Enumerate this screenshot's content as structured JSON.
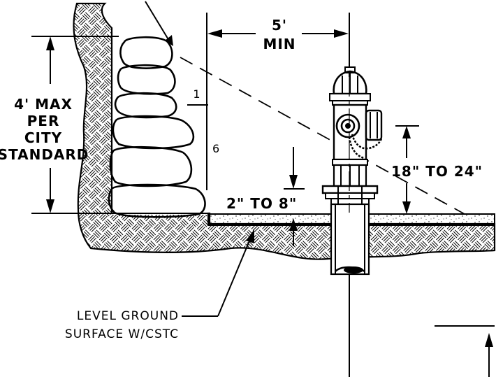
{
  "labels": {
    "wall_height": [
      "4' MAX",
      "PER",
      "CITY",
      "STANDARD"
    ],
    "offset_top": "5'",
    "offset_bottom": "MIN",
    "slope_run": "1",
    "slope_rise": "6",
    "nozzle_height": "18\" TO 24\"",
    "pad_thickness": "2\" TO 8\"",
    "ground_note": [
      "LEVEL GROUND",
      "SURFACE W/CSTC"
    ]
  }
}
